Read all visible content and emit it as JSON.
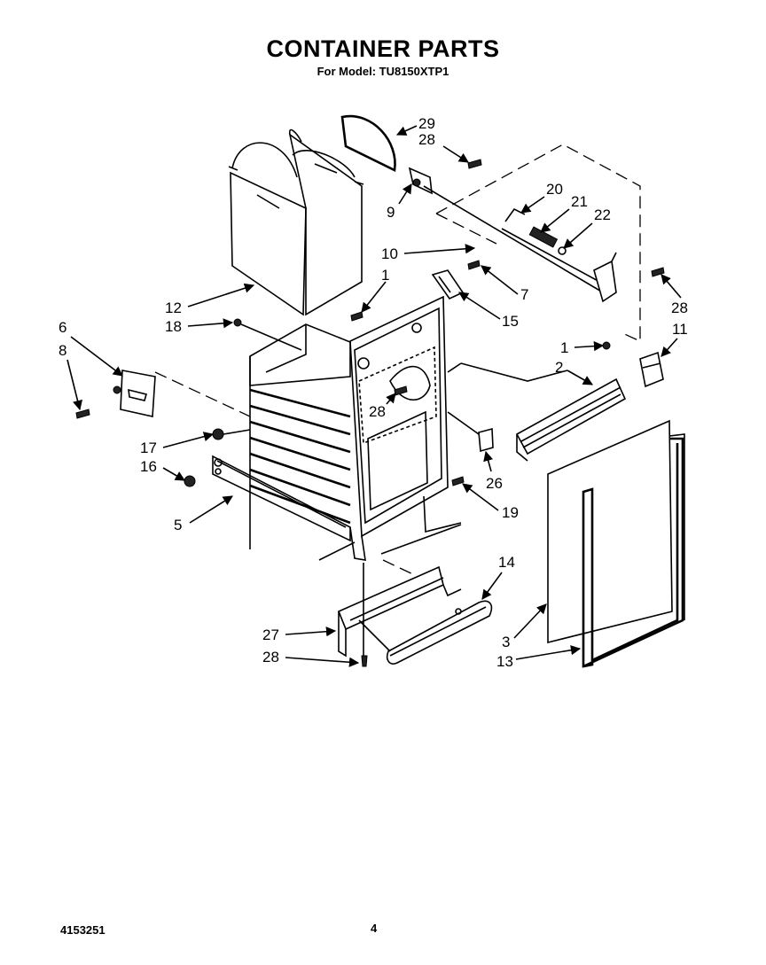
{
  "header": {
    "title": "CONTAINER PARTS",
    "subtitle": "For Model: TU8150XTP1"
  },
  "footer": {
    "doc_number": "4153251",
    "page_number": "4"
  },
  "callouts": [
    "29",
    "28",
    "20",
    "21",
    "22",
    "9",
    "10",
    "1",
    "7",
    "28",
    "11",
    "12",
    "18",
    "15",
    "6",
    "8",
    "1",
    "2",
    "28",
    "17",
    "26",
    "16",
    "19",
    "5",
    "14",
    "27",
    "3",
    "28",
    "13"
  ]
}
